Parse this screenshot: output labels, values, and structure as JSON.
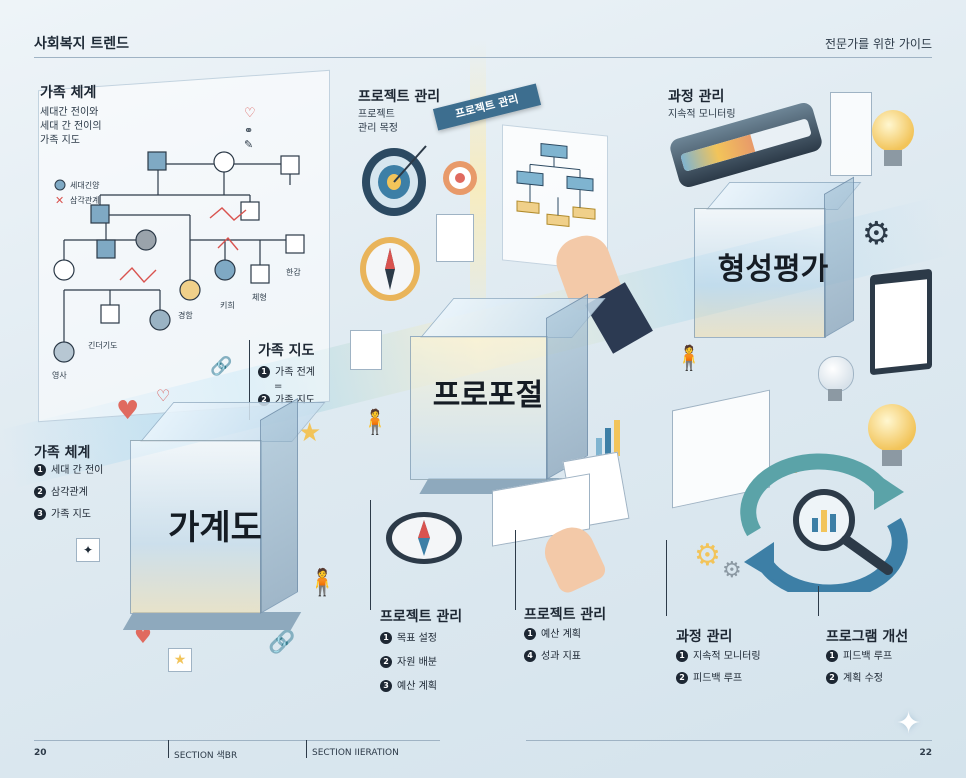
{
  "header": {
    "left": "사회복지 트렌드",
    "right": "전문가를 위한 가이드"
  },
  "genogram": {
    "title": "가족 체계",
    "lines": [
      "세대간 전이와",
      "세대 간 전이의",
      "가족 지도"
    ],
    "legend": [
      "세대긴양",
      "삼각관계"
    ],
    "node_labels": [
      "영사",
      "긴더기도",
      "경함",
      "키희",
      "체형",
      "한감"
    ]
  },
  "left_callout": {
    "title": "가족 지도",
    "items": [
      "가족 전계",
      "=",
      "가족 지도"
    ]
  },
  "left_list": {
    "title": "가족 체계",
    "items": [
      "세대 간 전이",
      "삼각관계",
      "가족 지도"
    ]
  },
  "cube_left": {
    "label": "가계도"
  },
  "project_top": {
    "title": "프로젝트 관리",
    "lines": [
      "프로젝트",
      "관리 목정"
    ],
    "banner": "프로젝트 관리"
  },
  "cube_mid": {
    "label": "프로포절"
  },
  "mid_list_1": {
    "title": "프로젝트 관리",
    "items": [
      "목표 설정",
      "자원 배분",
      "예산 계획"
    ]
  },
  "mid_list_2": {
    "title": "프로젝트 관리",
    "items": [
      "예산 계획",
      "성과 지표"
    ]
  },
  "right_top": {
    "title": "과정 관리",
    "lines": [
      "지속적 모니터링"
    ]
  },
  "cube_right": {
    "label": "형성평가"
  },
  "right_list_1": {
    "title": "과정 관리",
    "items": [
      "지속적 모니터링",
      "피드백 루프"
    ]
  },
  "right_list_2": {
    "title": "프로그램 개선",
    "items": [
      "피드백 루프",
      "계획 수정"
    ]
  },
  "footer": {
    "page_left": "20",
    "section_1": "SECTION 색BR",
    "section_2": "SECTION IIERATION",
    "page_right": "22"
  },
  "numbers": {
    "list_a": [
      "1",
      "2",
      "3"
    ],
    "list_b": [
      "1",
      "2"
    ],
    "list_c": [
      "1",
      "4"
    ]
  },
  "colors": {
    "accent_blue": "#3d7fa6",
    "accent_gold": "#f2c45a",
    "accent_red": "#d9534f",
    "navy": "#1d2733"
  }
}
